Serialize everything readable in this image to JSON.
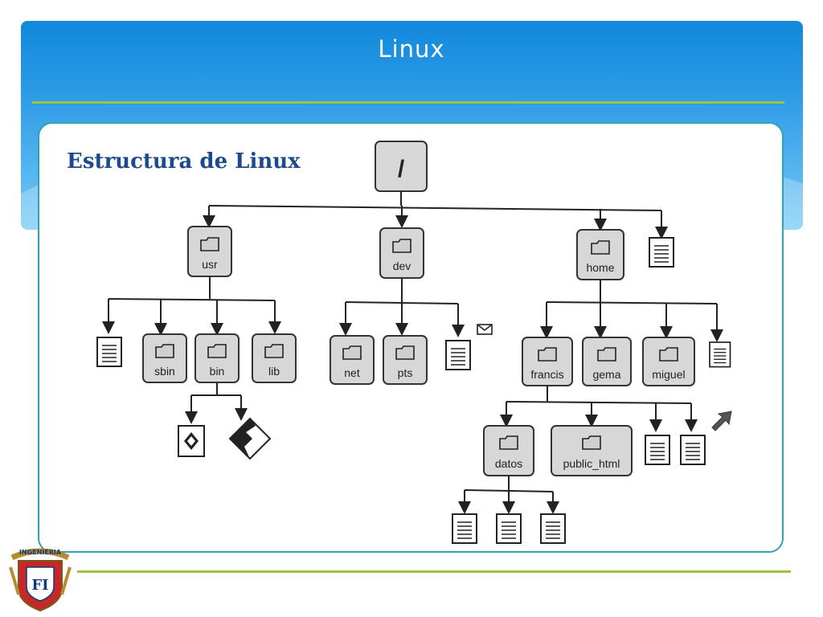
{
  "slide": {
    "title": "Linux",
    "subtitle": "Estructura de Linux"
  },
  "tree": {
    "root": "/",
    "level1": [
      "usr",
      "dev",
      "home"
    ],
    "usr_children": [
      "sbin",
      "bin",
      "lib"
    ],
    "dev_children": [
      "net",
      "pts"
    ],
    "home_children": [
      "francis",
      "gema",
      "miguel"
    ],
    "francis_children": [
      "datos",
      "public_html"
    ]
  },
  "logo": {
    "label": "INGENIERIA",
    "letters": "FI"
  },
  "colors": {
    "header_blue": "#1188db",
    "accent_green": "#9cc43c",
    "frame_teal": "#2aa5b4",
    "subtitle_navy": "#1c4a8c"
  }
}
